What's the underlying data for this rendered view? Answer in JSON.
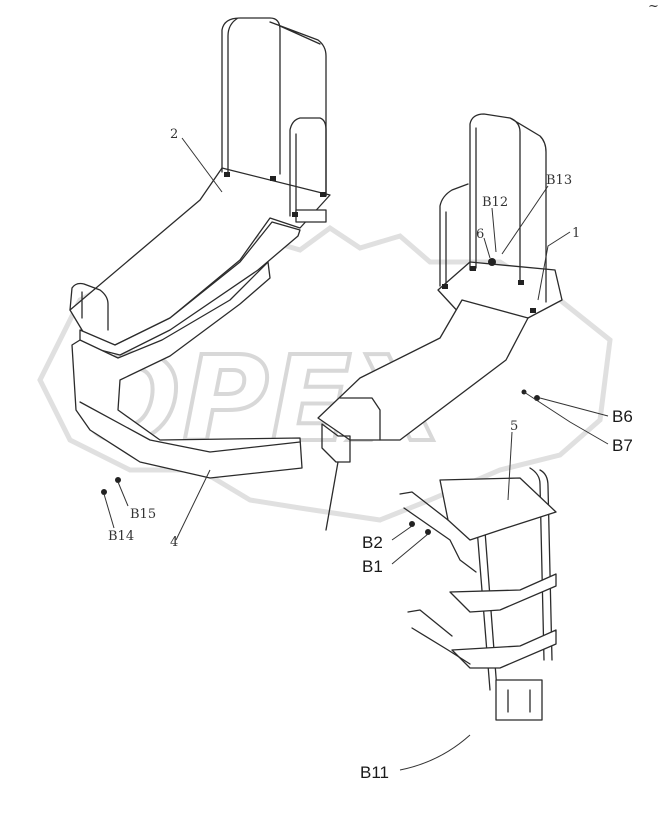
{
  "watermark": {
    "text": "OPEX"
  },
  "corner_mark": "~",
  "callouts": {
    "part_2": "2",
    "part_1": "1",
    "part_4": "4",
    "part_5": "5",
    "part_6": "6",
    "b12": "B12",
    "b13": "B13",
    "b6": "B6",
    "b7": "B7",
    "b15": "B15",
    "b14": "B14",
    "b2": "B2",
    "b1": "B1",
    "b11": "B11"
  }
}
